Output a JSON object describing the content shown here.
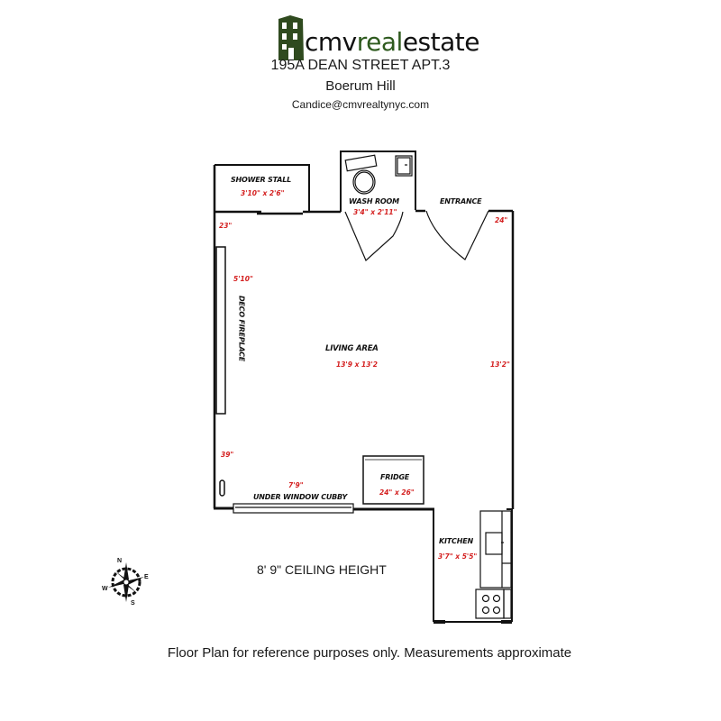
{
  "header": {
    "brand_prefix": "cmv",
    "brand_highlight": "real",
    "brand_suffix": "estate",
    "address": "195A DEAN STREET APT.3",
    "neighborhood": "Boerum Hill",
    "email": "Candice@cmvrealtynyc.com"
  },
  "colors": {
    "brand_green": "#2e5a1e",
    "logo_building": "#2f4a1f",
    "dimension_red": "#d42020",
    "wall": "#111111"
  },
  "rooms": {
    "shower_stall": {
      "label": "SHOWER STALL",
      "dims": "3'10\" x 2'6\""
    },
    "wash_room": {
      "label": "WASH ROOM",
      "dims": "3'4\" x 2'11\""
    },
    "entrance": {
      "label": "ENTRANCE",
      "dims": "24\""
    },
    "living_area": {
      "label": "LIVING AREA",
      "dims": "13'9 x 13'2",
      "side_dim": "13'2\""
    },
    "deco_fireplace": {
      "label": "DECO FIREPLACE",
      "dims": "5'10\""
    },
    "fridge": {
      "label": "FRIDGE",
      "dims": "24\" x 26\""
    },
    "under_window_cubby": {
      "label": "UNDER WINDOW CUBBY",
      "dims": "7'9\""
    },
    "kitchen": {
      "label": "KITCHEN",
      "dims": "3'7\" x 5'5\""
    }
  },
  "wall_dims": {
    "left_top": "23\"",
    "left_bottom": "39\""
  },
  "compass": {
    "n": "N",
    "e": "E",
    "s": "S",
    "w": "W",
    "icon": "compass-rose-icon"
  },
  "ceiling_height": "8' 9\" CEILING HEIGHT",
  "footer": "Floor Plan for reference purposes only. Measurements approximate"
}
